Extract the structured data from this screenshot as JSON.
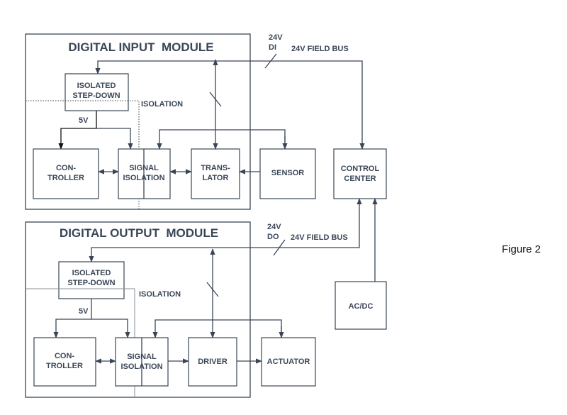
{
  "figure": {
    "caption": "Figure 2"
  },
  "input_module": {
    "title": "DIGITAL INPUT  MODULE",
    "stepdown": [
      "ISOLATED",
      "STEP-DOWN"
    ],
    "isolation": "ISOLATION",
    "v5": "5V",
    "controller": [
      "CON-",
      "TROLLER"
    ],
    "signal_isolation": [
      "SIGNAL",
      "ISOLATION"
    ],
    "translator": [
      "TRANS-",
      "LATOR"
    ],
    "bus_voltage": [
      "24V",
      "DI"
    ],
    "field_bus": "24V FIELD BUS"
  },
  "sensor": "SENSOR",
  "control_center": [
    "CONTROL",
    "CENTER"
  ],
  "acdc": "AC/DC",
  "output_module": {
    "title": "DIGITAL OUTPUT  MODULE",
    "stepdown": [
      "ISOLATED",
      "STEP-DOWN"
    ],
    "isolation": "ISOLATION",
    "v5": "5V",
    "controller": [
      "CON-",
      "TROLLER"
    ],
    "signal_isolation": [
      "SIGNAL",
      "ISOLATION"
    ],
    "driver": "DRIVER",
    "bus_voltage": [
      "24V",
      "DO"
    ],
    "field_bus": "24V FIELD BUS"
  },
  "actuator": "ACTUATOR",
  "colors": {
    "stroke": "#3a4656",
    "text": "#3a4656",
    "isolation_line_output": "#8a8f96"
  }
}
